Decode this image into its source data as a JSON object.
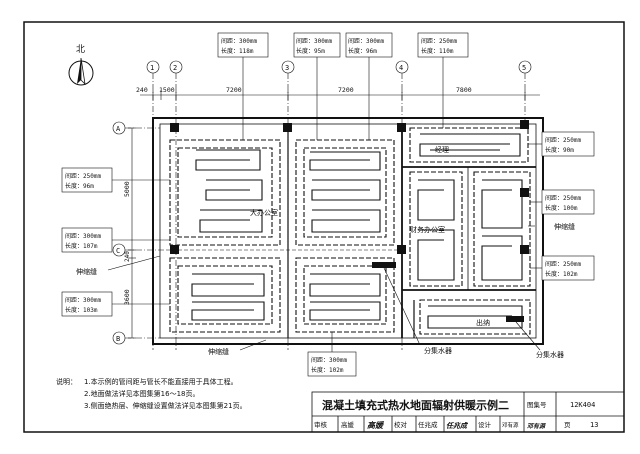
{
  "north_label": "北",
  "grid": {
    "columns": [
      "1",
      "2",
      "3",
      "4",
      "5"
    ],
    "rows": [
      "A",
      "C",
      "B"
    ],
    "top_dims": [
      "240",
      "1500",
      "7200",
      "7200",
      "7800"
    ],
    "left_dims": [
      "5000",
      "240",
      "3600"
    ]
  },
  "rooms": {
    "office_large": "大办公室",
    "manager": "经理",
    "finance": "财务办公室",
    "exit": "出纳"
  },
  "loops": {
    "top_1": {
      "spacing": "间距：300mm",
      "length": "长度：118m"
    },
    "top_2": {
      "spacing": "间距：300mm",
      "length": "长度：95m"
    },
    "top_3": {
      "spacing": "间距：300mm",
      "length": "长度：96m"
    },
    "top_4": {
      "spacing": "间距：250mm",
      "length": "长度：110m"
    },
    "left_1": {
      "spacing": "间距：250mm",
      "length": "长度：96m"
    },
    "left_2": {
      "spacing": "间距：300mm",
      "length": "长度：107m"
    },
    "left_3": {
      "spacing": "间距：300mm",
      "length": "长度：103m"
    },
    "right_1": {
      "spacing": "间距：250mm",
      "length": "长度：90m"
    },
    "right_2": {
      "spacing": "间距：250mm",
      "length": "长度：100m"
    },
    "right_3": {
      "spacing": "间距：250mm",
      "length": "长度：102m"
    },
    "bottom_1": {
      "spacing": "间距：300mm",
      "length": "长度：102m"
    }
  },
  "callouts": {
    "joint_left": "伸缩缝",
    "joint_right": "伸缩缝",
    "joint_bottom": "伸缩缝",
    "manifold_center": "分集水器",
    "manifold_right": "分集水器"
  },
  "notes": {
    "heading": "说明：",
    "items": [
      "1.本示例的管间距与管长不能直接用于具体工程。",
      "2.地面做法详见本图集第16～18页。",
      "3.侧面绝热层、伸缩缝设置做法详见本图集第21页。"
    ]
  },
  "title_block": {
    "title": "混凝土填充式热水地面辐射供暖示例二",
    "atlas_label": "图集号",
    "atlas_no": "12K404",
    "review_label": "审核",
    "reviewer": "高媛",
    "reviewer_sign": "高媛",
    "check_label": "校对",
    "checker": "任兆成",
    "checker_sign": "任兆成",
    "design_label": "设计",
    "designer": "邓有源",
    "designer_sign": "邓有源",
    "page_label": "页",
    "page_no": "13"
  }
}
